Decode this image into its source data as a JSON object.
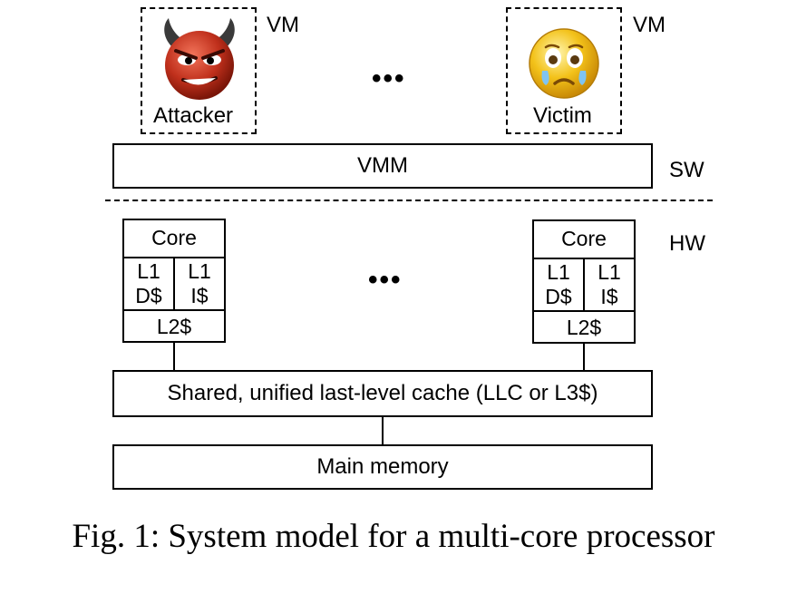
{
  "vms": {
    "attacker_label": "Attacker",
    "victim_label": "Victim",
    "vm_tag": "VM",
    "ellipsis": "•••"
  },
  "software": {
    "vmm_label": "VMM",
    "sw_tag": "SW"
  },
  "hardware": {
    "hw_tag": "HW",
    "core_label": "Core",
    "l1d_line1": "L1",
    "l1d_line2": "D$",
    "l1i_line1": "L1",
    "l1i_line2": "I$",
    "l2_label": "L2$",
    "ellipsis": "•••",
    "llc_label": "Shared, unified last-level cache (LLC or L3$)",
    "memory_label": "Main memory"
  },
  "caption": "Fig. 1: System model for a multi-core processor",
  "colors": {
    "devil_face": "#c0301c",
    "devil_horn": "#3a3a3a",
    "victim_face": "#f3c21a"
  }
}
